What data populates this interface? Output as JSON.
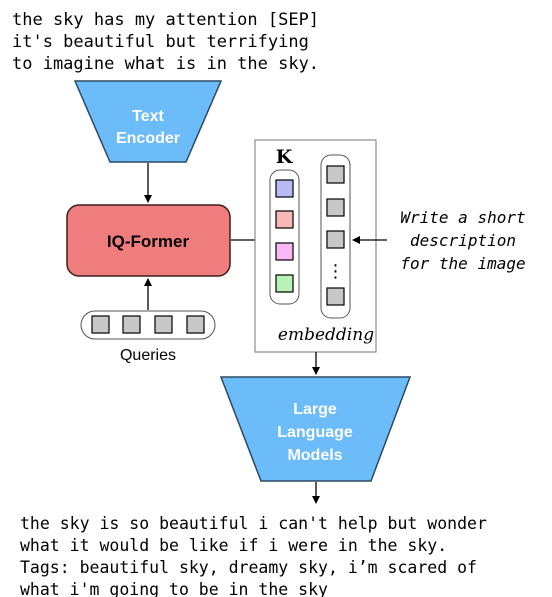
{
  "input_text": {
    "lines": [
      "the sky has my attention [SEP]",
      "it's beautiful but terrifying",
      "to imagine what is in the sky."
    ]
  },
  "text_encoder": {
    "lines": [
      "Text",
      "Encoder"
    ]
  },
  "iq_former": {
    "label": "IQ-Former"
  },
  "queries": {
    "label": "Queries"
  },
  "embedding_panel": {
    "k_label": "K",
    "embedding_label": "embedding",
    "ellipsis": "⋮",
    "colors": {
      "slot1": "#b9b9f6",
      "slot2": "#f8b8b8",
      "slot3": "#f7b8f4",
      "slot4": "#b8f2b5"
    }
  },
  "instruction": {
    "lines": [
      "Write a short",
      "description",
      "for the image"
    ]
  },
  "llm": {
    "lines": [
      "Large",
      "Language",
      "Models"
    ]
  },
  "output_text": {
    "lines": [
      "the sky is so beautiful i can't help but wonder",
      "what it would be like if i were in the sky.",
      "Tags: beautiful sky, dreamy sky, i’m scared of",
      "what i'm going to be in the sky"
    ]
  },
  "colors": {
    "encoder_fill": "#6bbcf9",
    "iq_former_fill": "#f07d7d",
    "gray_cell": "#c8c8c8"
  }
}
